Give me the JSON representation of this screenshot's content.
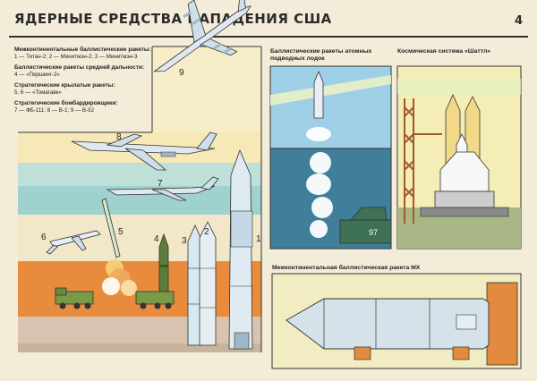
{
  "header": {
    "title": "ЯДЕРНЫЕ СРЕДСТВА НАПАДЕНИЯ США",
    "page_number": "4"
  },
  "legend": {
    "icbm_title": "Межконтинентальные баллистические ракеты:",
    "icbm_items": "1 — Титан-2;   2 — Минитмэн-2;   3 — Минитмэн-3",
    "irbm_title": "Баллистические ракеты средней дальности:",
    "irbm_items": "4 — «Першинг-2»",
    "cruise_title": "Стратегические крылатые ракеты:",
    "cruise_items": "5, 6 — «Томагавк»",
    "bomber_title": "Стратегические бомбардировщики:",
    "bomber_items": "7 — ФБ-111;   8 — B-1;   9 — B-52"
  },
  "panels": {
    "submarine_label": "Баллистические ракеты атомных подводных лодок",
    "shuttle_label": "Космическая система «Шаттл»",
    "mx_label": "Межконтинентальная баллистическая ракета МХ"
  },
  "numbers": [
    "1",
    "2",
    "3",
    "4",
    "5",
    "6",
    "7",
    "8",
    "9"
  ],
  "sub_number": "97"
}
